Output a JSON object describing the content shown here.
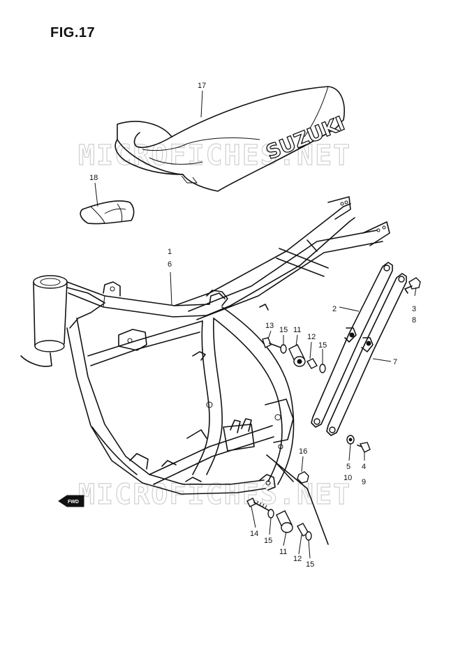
{
  "figure": {
    "title": "FIG.17"
  },
  "watermark": {
    "text": "MICROFICHES.NET"
  },
  "seat": {
    "brand_text": "SUZUKI"
  },
  "direction_arrow": {
    "text": "FWD"
  },
  "callouts": [
    {
      "id": "c17",
      "text": "17"
    },
    {
      "id": "c18",
      "text": "18"
    },
    {
      "id": "c1",
      "text": "1"
    },
    {
      "id": "c6",
      "text": "6"
    },
    {
      "id": "c2",
      "text": "2"
    },
    {
      "id": "c3",
      "text": "3"
    },
    {
      "id": "c8",
      "text": "8"
    },
    {
      "id": "c7",
      "text": "7"
    },
    {
      "id": "c13",
      "text": "13"
    },
    {
      "id": "c15a",
      "text": "15"
    },
    {
      "id": "c11a",
      "text": "11"
    },
    {
      "id": "c12a",
      "text": "12"
    },
    {
      "id": "c15b",
      "text": "15"
    },
    {
      "id": "c16",
      "text": "16"
    },
    {
      "id": "c5",
      "text": "5"
    },
    {
      "id": "c10",
      "text": "10"
    },
    {
      "id": "c4",
      "text": "4"
    },
    {
      "id": "c9",
      "text": "9"
    },
    {
      "id": "c14",
      "text": "14"
    },
    {
      "id": "c15c",
      "text": "15"
    },
    {
      "id": "c11b",
      "text": "11"
    },
    {
      "id": "c12b",
      "text": "12"
    },
    {
      "id": "c15d",
      "text": "15"
    }
  ]
}
